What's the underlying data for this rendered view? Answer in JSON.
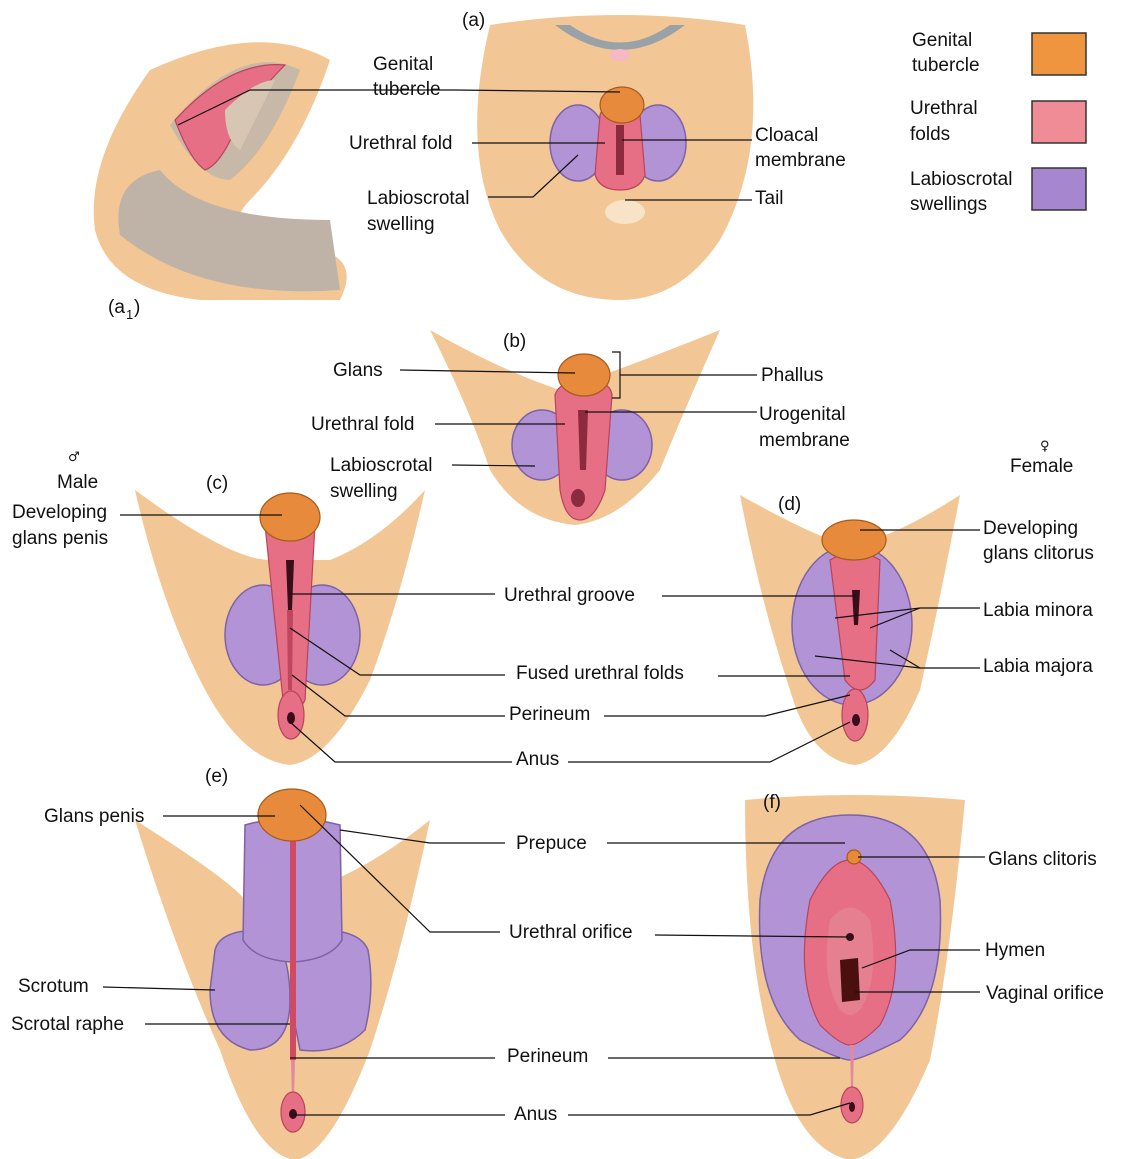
{
  "panels": {
    "a": "(a)",
    "a1": "(a",
    "a1_sub": "1",
    "a1_close": ")",
    "b": "(b)",
    "c": "(c)",
    "d": "(d)",
    "e": "(e)",
    "f": "(f)"
  },
  "sex": {
    "male_symbol": "♂",
    "male": "Male",
    "female_symbol": "♀",
    "female": "Female"
  },
  "legend": {
    "genital_tubercle": [
      "Genital",
      "tubercle"
    ],
    "urethral_folds": [
      "Urethral",
      "folds"
    ],
    "labioscrotal_swellings": [
      "Labioscrotal",
      "swellings"
    ],
    "colors": {
      "genital_tubercle": "#f0953f",
      "urethral_folds": "#f08c95",
      "labioscrotal_swellings": "#a686cf"
    }
  },
  "labels_a": {
    "genital_tubercle": [
      "Genital",
      "tubercle"
    ],
    "urethral_fold": "Urethral fold",
    "labioscrotal_swelling": [
      "Labioscrotal",
      "swelling"
    ],
    "cloacal_membrane": [
      "Cloacal",
      "membrane"
    ],
    "tail": "Tail"
  },
  "labels_b": {
    "glans": "Glans",
    "urethral_fold": "Urethral fold",
    "labioscrotal_swelling": [
      "Labioscrotal",
      "swelling"
    ],
    "phallus": "Phallus",
    "urogenital_membrane": [
      "Urogenital",
      "membrane"
    ]
  },
  "labels_cd": {
    "developing_glans_penis": [
      "Developing",
      "glans penis"
    ],
    "urethral_groove": "Urethral groove",
    "fused_urethral_folds": "Fused urethral folds",
    "perineum": "Perineum",
    "anus": "Anus",
    "developing_glans_clitorus": [
      "Developing",
      "glans clitorus"
    ],
    "labia_minora": "Labia minora",
    "labia_majora": "Labia majora"
  },
  "labels_ef": {
    "glans_penis": "Glans penis",
    "scrotum": "Scrotum",
    "scrotal_raphe": "Scrotal raphe",
    "prepuce": "Prepuce",
    "urethral_orifice": "Urethral orifice",
    "perineum": "Perineum",
    "anus": "Anus",
    "glans_clitoris": "Glans clitoris",
    "hymen": "Hymen",
    "vaginal_orifice": "Vaginal orifice"
  }
}
